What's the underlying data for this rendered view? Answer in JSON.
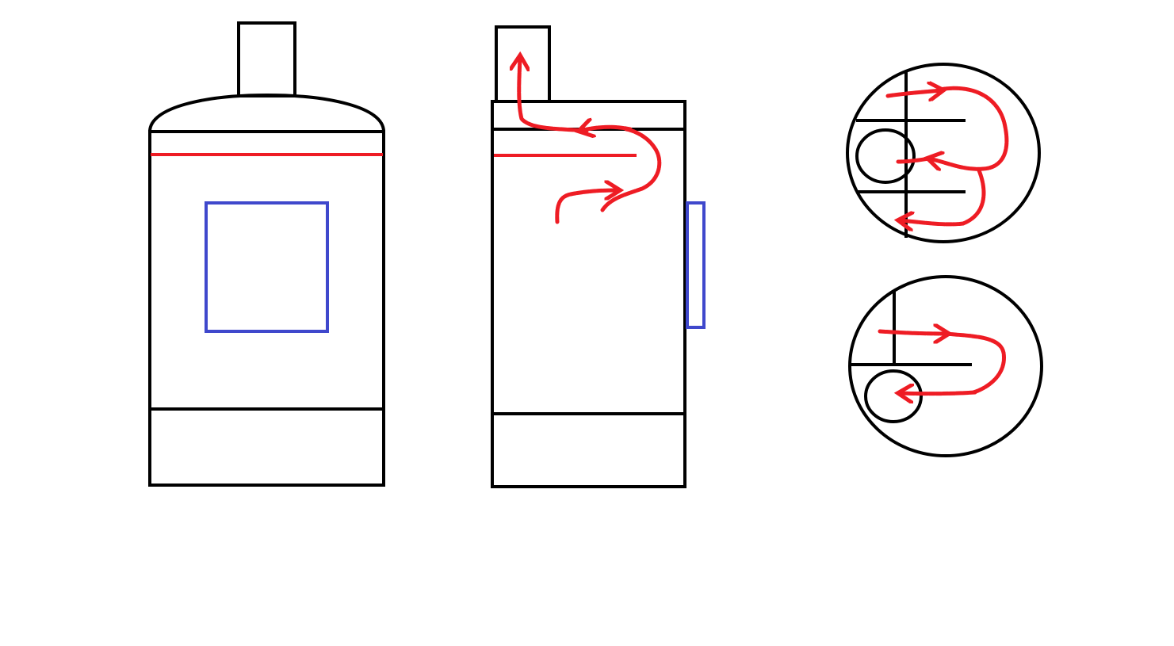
{
  "canvas": {
    "background": "#ffffff"
  },
  "colors": {
    "outline": "#000000",
    "heat_line": "#ee1c24",
    "airflow": "#ee1c24",
    "window": "#3f48cc"
  },
  "figures": [
    {
      "id": "front-view",
      "parts": [
        "chimney",
        "dome",
        "body",
        "heat-line",
        "window",
        "base-divider"
      ]
    },
    {
      "id": "side-view",
      "parts": [
        "chimney",
        "top-divider",
        "body",
        "heat-line",
        "door-window",
        "base-divider",
        "airflow-arrows"
      ]
    },
    {
      "id": "cross-section-double-baffle",
      "parts": [
        "outer-circle",
        "vertical-divider",
        "upper-baffle",
        "lower-baffle",
        "inner-circle",
        "airflow-arrows"
      ]
    },
    {
      "id": "cross-section-single-baffle",
      "parts": [
        "outer-circle",
        "vertical-divider",
        "baffle",
        "inner-circle",
        "airflow-arrows"
      ]
    }
  ]
}
